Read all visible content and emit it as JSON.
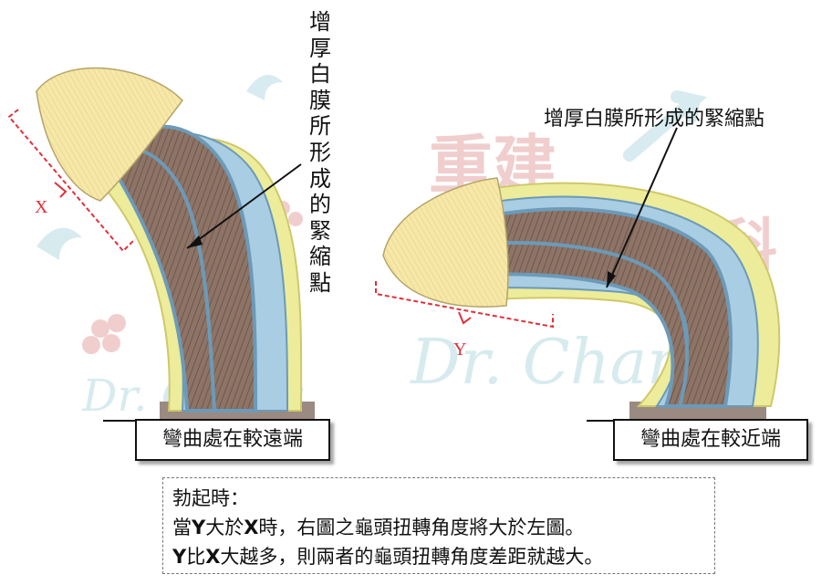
{
  "left_figure": {
    "vertical_label": "增厚白膜所形成的緊縮點",
    "dimension_label": "X",
    "caption": "彎曲處在較遠端"
  },
  "right_figure": {
    "label": "增厚白膜所形成的緊縮點",
    "dimension_label": "Y",
    "caption": "彎曲處在較近端"
  },
  "note": {
    "title": "勃起時：",
    "line1": {
      "pre": "當",
      "a": "Y",
      "mid1": "大於",
      "b": "X",
      "post": "時，右圖之龜頭扭轉角度將大於左圖。"
    },
    "line2": {
      "a": "Y",
      "mid1": "比",
      "b": "X",
      "post": "大越多，則兩者的龜頭扭轉角度差距就越大。"
    }
  },
  "watermark": {
    "logo_text": "重建",
    "logo_text2": "科",
    "script_text": "Dr. Chang"
  },
  "colors": {
    "glans": "#f4e39b",
    "shaft_outer": "#ecec9a",
    "tunica": "#a9cde2",
    "corpora": "#8d7466",
    "dimension": "#e0303a",
    "watermark_red": "#f0c9c9",
    "watermark_blue": "#d3e9ee"
  }
}
